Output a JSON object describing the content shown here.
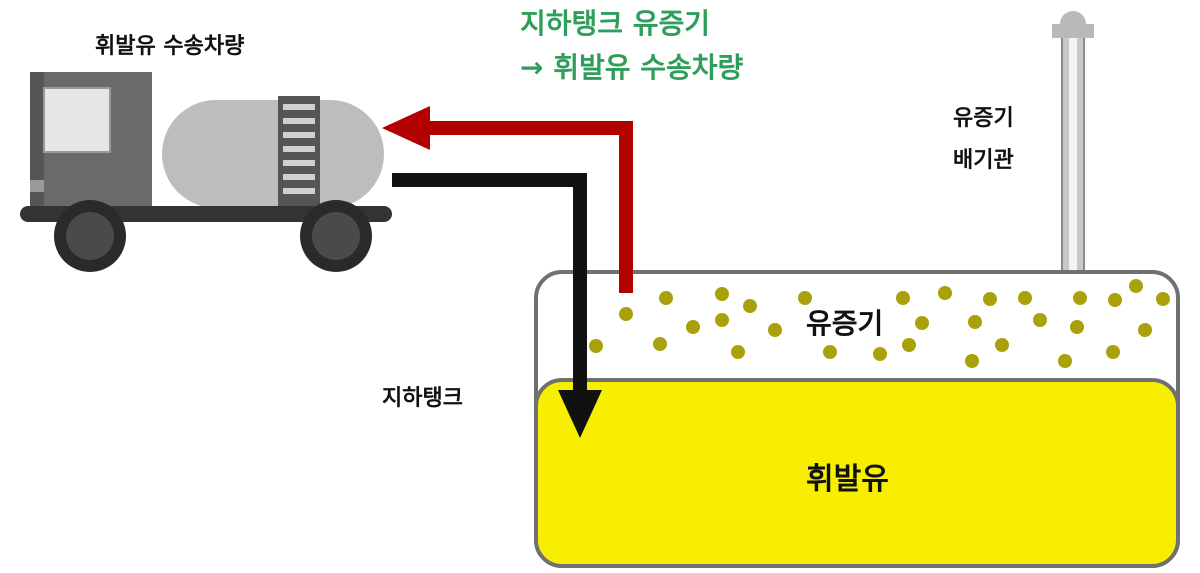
{
  "labels": {
    "truck": "휘발유 수송차량",
    "flow_line1": "지하탱크 유증기",
    "flow_line2": "→ 휘발유 수송차량",
    "vent_line1": "유증기",
    "vent_line2": "배기관",
    "underground_tank": "지하탱크",
    "vapor": "유증기",
    "gasoline": "휘발유"
  },
  "colors": {
    "flow_title": "#2e9e5b",
    "return_arrow": "#b30000",
    "fill_arrow": "#111111",
    "fuel": "#f8ef00",
    "vapor_dots": "#a8a10a",
    "tank_outline": "#707070"
  },
  "icons": [
    "tanker-truck-icon",
    "vent-pipe-icon",
    "arrow-icon"
  ]
}
